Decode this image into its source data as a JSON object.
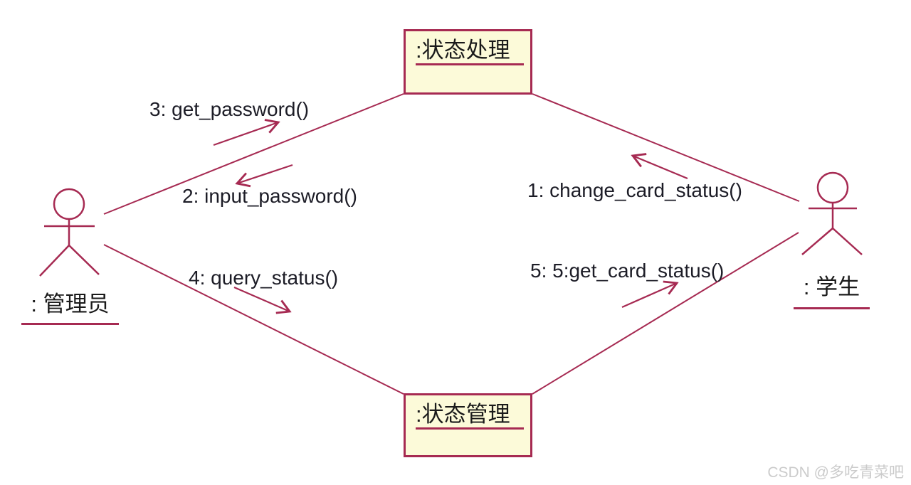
{
  "diagram": {
    "type": "uml-collaboration-diagram",
    "objects": [
      {
        "id": "status-process",
        "label": ":状态处理"
      },
      {
        "id": "status-manage",
        "label": ":状态管理"
      }
    ],
    "actors": [
      {
        "id": "admin",
        "label": ": 管理员"
      },
      {
        "id": "student",
        "label": ": 学生"
      }
    ],
    "messages": [
      {
        "seq": "1",
        "label": "1: change_card_status()",
        "from": "学生",
        "to": "状态处理",
        "direction": "up-left"
      },
      {
        "seq": "2",
        "label": "2: input_password()",
        "from": "状态处理",
        "to": "管理员",
        "direction": "down-left"
      },
      {
        "seq": "3",
        "label": "3: get_password()",
        "from": "管理员",
        "to": "状态处理",
        "direction": "up-right"
      },
      {
        "seq": "4",
        "label": "4: query_status()",
        "from": "管理员",
        "to": "状态管理",
        "direction": "down-right"
      },
      {
        "seq": "5",
        "label": "5: 5:get_card_status()",
        "from": "状态管理",
        "to": "学生",
        "direction": "up-right"
      }
    ],
    "colors": {
      "line": "#A62A52",
      "box_fill": "#FCFAD9",
      "box_border": "#A62A52",
      "text": "#1c1c26",
      "watermark_text": "#cbcbcb"
    }
  },
  "watermark": {
    "text": "CSDN @多吃青菜吧"
  }
}
